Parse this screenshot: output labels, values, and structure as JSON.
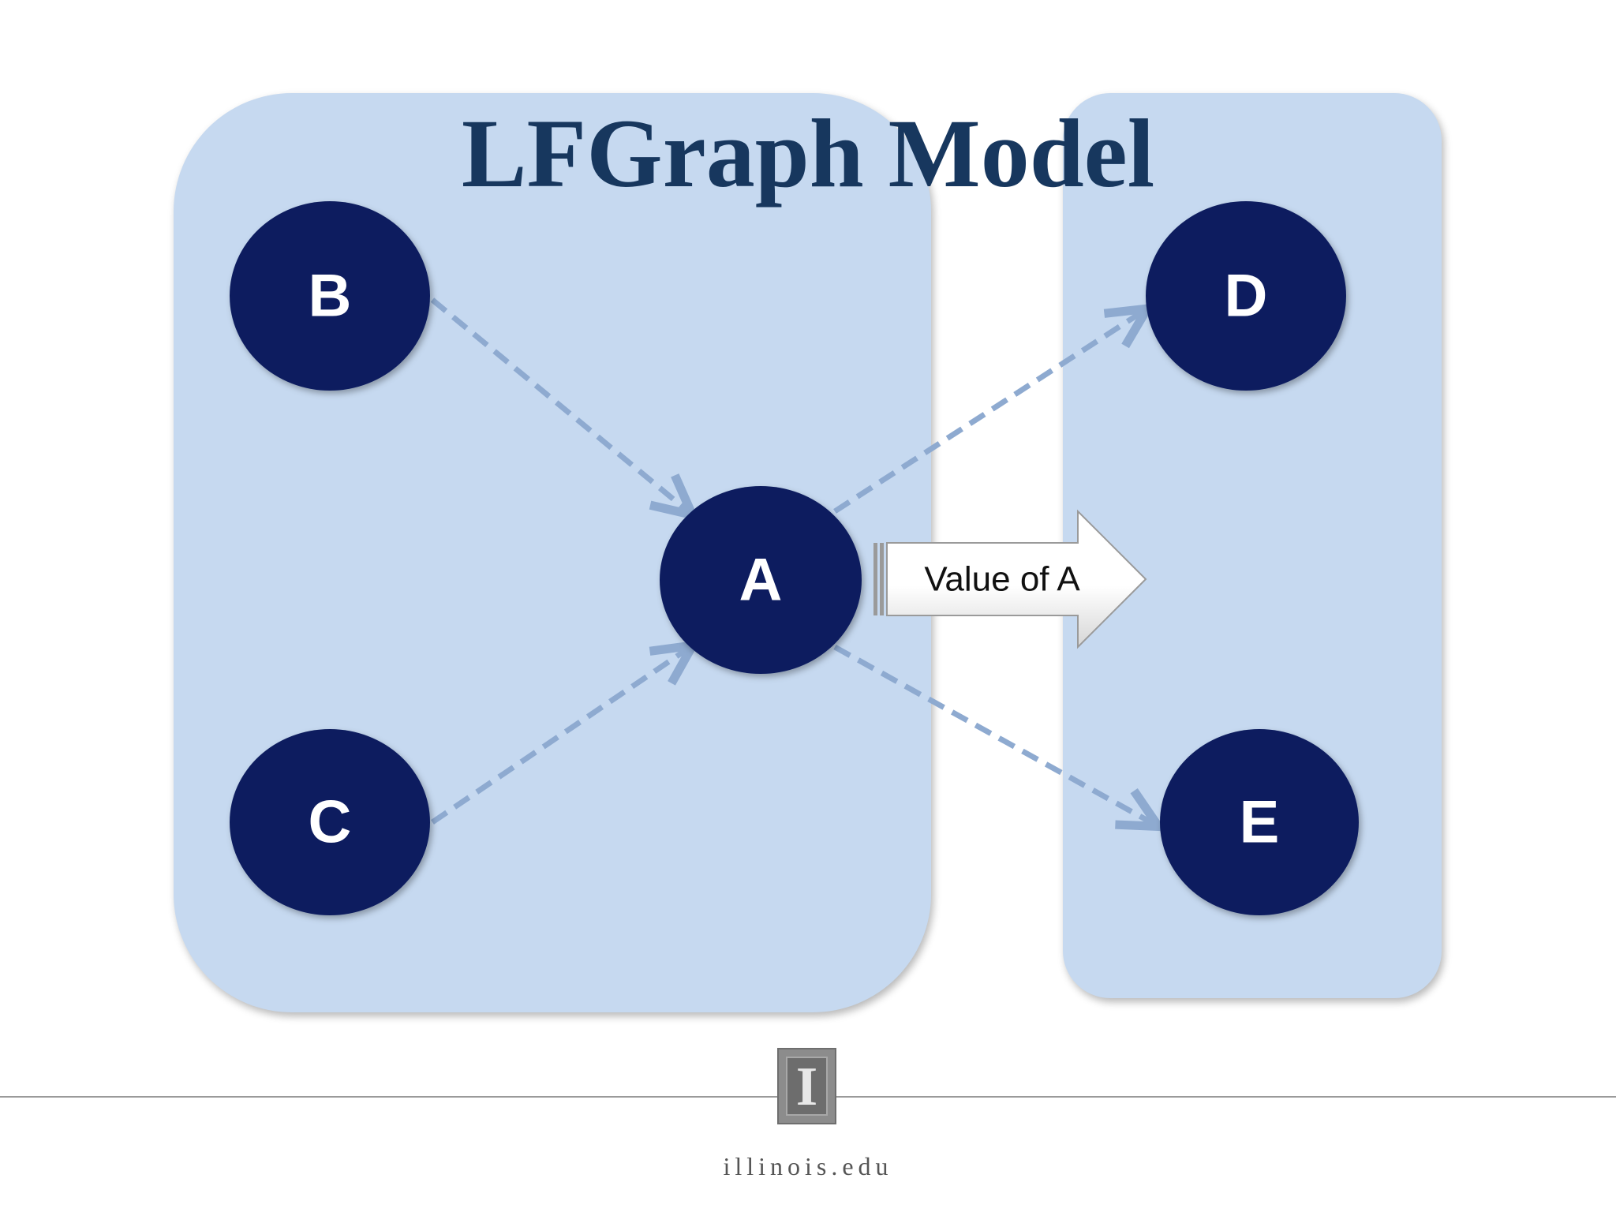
{
  "slide": {
    "title": "LFGraph Model"
  },
  "nodes": [
    {
      "id": "B",
      "label": "B"
    },
    {
      "id": "C",
      "label": "C"
    },
    {
      "id": "A",
      "label": "A"
    },
    {
      "id": "D",
      "label": "D"
    },
    {
      "id": "E",
      "label": "E"
    }
  ],
  "edges": [
    {
      "from": "B",
      "to": "A",
      "style": "dashed"
    },
    {
      "from": "C",
      "to": "A",
      "style": "dashed"
    },
    {
      "from": "A",
      "to": "D",
      "style": "dashed"
    },
    {
      "from": "A",
      "to": "E",
      "style": "dashed"
    }
  ],
  "transfer_arrow": {
    "label": "Value of A"
  },
  "footer": {
    "logo_glyph": "I",
    "text": "illinois.edu"
  },
  "colors": {
    "panel": "#c6d9f0",
    "node": "#0c1f5e",
    "title": "#17375e",
    "edge": "#8eaad0"
  }
}
